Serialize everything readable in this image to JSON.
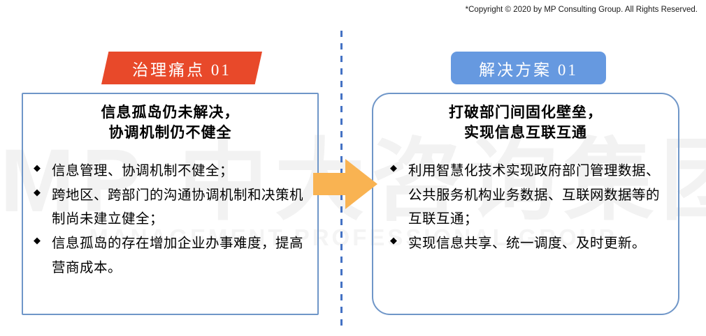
{
  "copyright": "*Copyright © 2020 by MP Consulting Group. All Rights Reserved.",
  "watermark": {
    "primary": "MP 中大咨询集团",
    "secondary": "MANAGEMENT PROFESSIONAL GROUP"
  },
  "colors": {
    "red_banner": "#E8492A",
    "blue_banner": "#6699E0",
    "card_border": "#6F96C8",
    "arrow": "#F9B352",
    "divider": "#4472C4"
  },
  "divider": {
    "icon": "vertical-dashed-line"
  },
  "arrow": {
    "icon": "right-arrow-icon"
  },
  "left": {
    "banner_label": "治理痛点  01",
    "heading_line1": "信息孤岛仍未解决，",
    "heading_line2": "协调机制仍不健全",
    "bullet_marker": "◆",
    "bullets": [
      "信息管理、协调机制不健全；",
      "跨地区、跨部门的沟通协调机制和决策机制尚未建立健全；",
      "信息孤岛的存在增加企业办事难度，提高营商成本。"
    ]
  },
  "right": {
    "banner_label": "解决方案  01",
    "heading_line1": "打破部门间固化壁垒，",
    "heading_line2": "实现信息互联互通",
    "bullet_marker": "◆",
    "bullets": [
      "利用智慧化技术实现政府部门管理数据、公共服务机构业务数据、互联网数据等的互联互通；",
      "实现信息共享、统一调度、及时更新。"
    ]
  }
}
